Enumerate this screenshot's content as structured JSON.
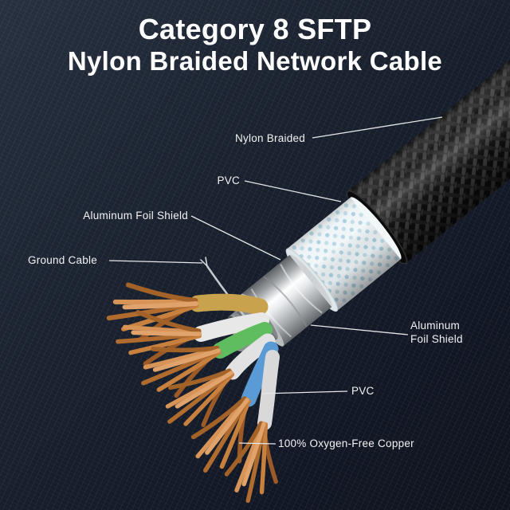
{
  "title": {
    "line1": "Category 8 SFTP",
    "line2": "Nylon Braided Network Cable"
  },
  "callouts": {
    "nylon_braided": "Nylon Braided",
    "pvc_outer": "PVC",
    "aluminum_foil_left": "Aluminum Foil Shield",
    "ground_cable": "Ground Cable",
    "aluminum_foil_right_line1": "Aluminum",
    "aluminum_foil_right_line2": "Foil Shield",
    "pvc_inner": "PVC",
    "copper": "100% Oxygen-Free Copper"
  },
  "illustration": {
    "subject": "cutaway-of-cat8-network-cable",
    "layers_outer_to_inner": [
      "nylon-braided-jacket",
      "pvc-jacket",
      "aluminum-foil-shield",
      "braided-shield",
      "twisted-pair-wires",
      "oxygen-free-copper-strands"
    ],
    "wire_sleeve_colors": {
      "yellow": "#c9a24e",
      "green": "#5fbd5f",
      "blue": "#5b9bd5",
      "white": "#e8e8e8"
    },
    "copper_color": "#c27a40",
    "foil_color": "#d9dbdd",
    "pvc_dot_color": "#a9cfe0"
  },
  "colors": {
    "background": "#1a2230",
    "title_text": "#ffffff",
    "label_text": "#f2f2f2",
    "leader_line": "#e6e6e6"
  }
}
